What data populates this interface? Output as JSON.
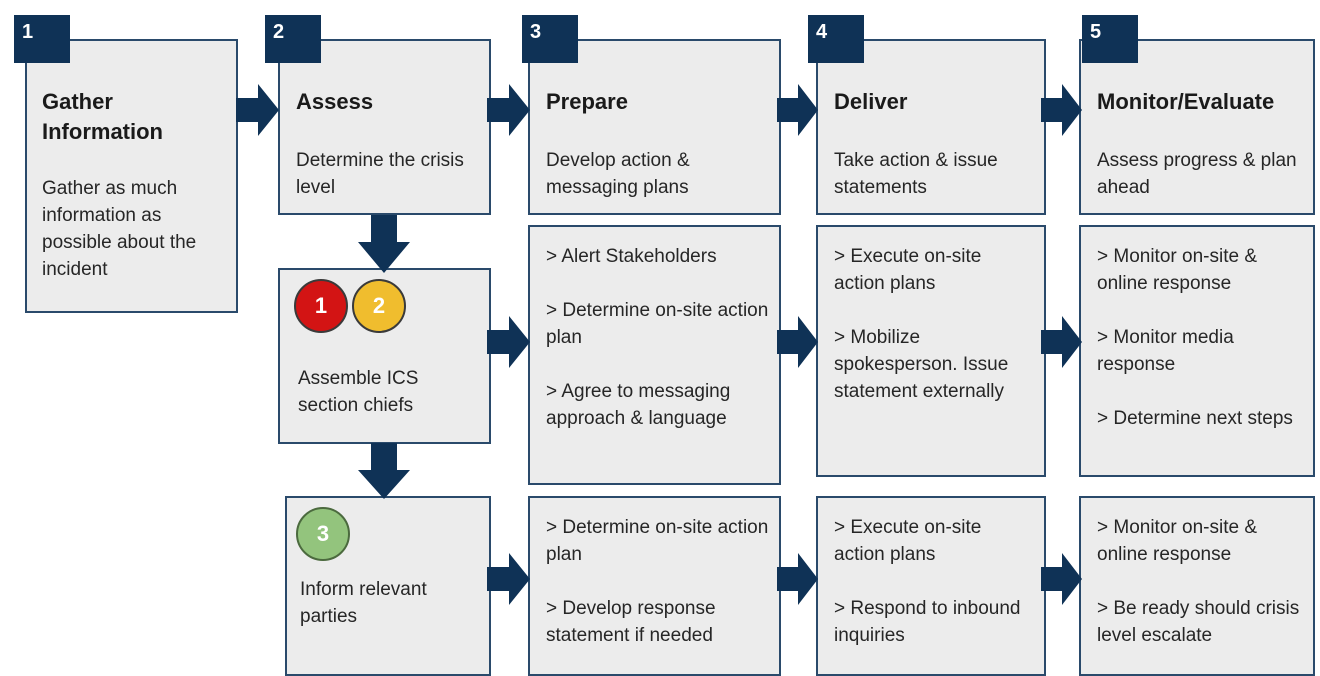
{
  "steps": [
    {
      "number": "1",
      "title": "Gather Information",
      "description": "Gather as much information as possible about the incident"
    },
    {
      "number": "2",
      "title": "Assess",
      "description": "Determine the crisis level"
    },
    {
      "number": "3",
      "title": "Prepare",
      "description": "Develop action & messaging plans"
    },
    {
      "number": "4",
      "title": "Deliver",
      "description": "Take action & issue statements"
    },
    {
      "number": "5",
      "title": "Monitor/Evaluate",
      "description": "Assess progress & plan ahead"
    }
  ],
  "assemble": {
    "levels": [
      "1",
      "2"
    ],
    "label": "Assemble ICS section chiefs"
  },
  "inform": {
    "level": "3",
    "label": "Inform relevant parties"
  },
  "rows": [
    {
      "prepare": [
        "> Alert Stakeholders",
        "> Determine on-site action plan",
        "> Agree to messaging approach & language"
      ],
      "deliver": [
        "> Execute on-site action plans",
        "> Mobilize spokesperson. Issue statement externally"
      ],
      "monitor": [
        "> Monitor on-site & online response",
        "> Monitor media response",
        "> Determine next steps"
      ]
    },
    {
      "prepare": [
        "> Determine on-site action plan",
        "> Develop response statement if needed"
      ],
      "deliver": [
        "> Execute on-site action plans",
        "> Respond to inbound inquiries"
      ],
      "monitor": [
        "> Monitor on-site & online response",
        "> Be ready should crisis level escalate"
      ]
    }
  ],
  "colors": {
    "navy": "#0f3256",
    "box_fill": "#ececec",
    "box_border": "#2a4a6b",
    "level_1": "#d31414",
    "level_2": "#f0bd2e",
    "level_3": "#93c47d"
  }
}
